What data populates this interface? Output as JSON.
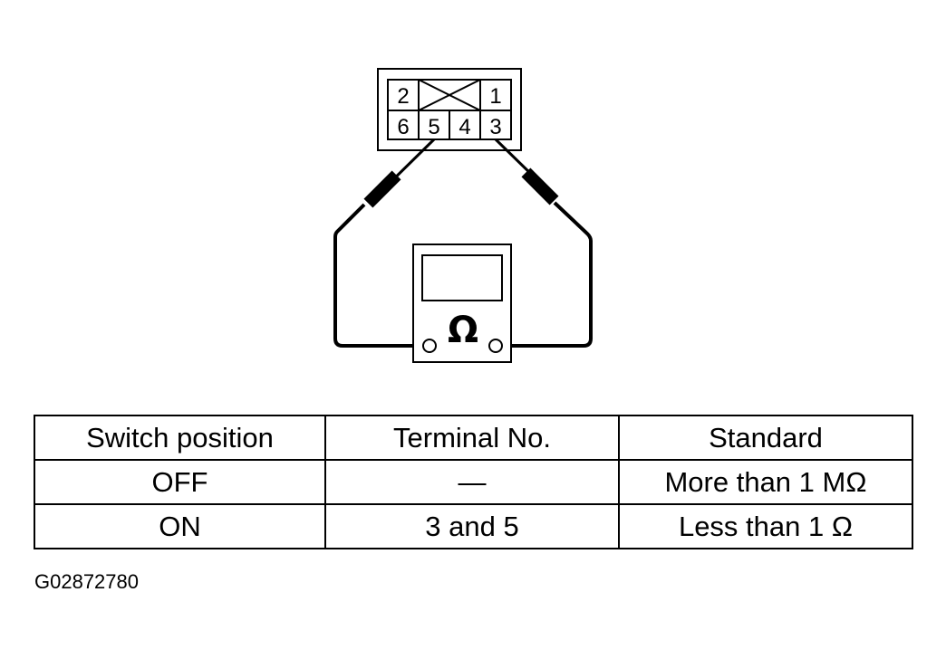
{
  "connector": {
    "pins": {
      "p1": "1",
      "p2": "2",
      "p3": "3",
      "p4": "4",
      "p5": "5",
      "p6": "6"
    }
  },
  "meter": {
    "symbol": "Ω"
  },
  "table": {
    "headers": [
      "Switch position",
      "Terminal No.",
      "Standard"
    ],
    "rows": [
      [
        "OFF",
        "—",
        "More than 1 MΩ"
      ],
      [
        "ON",
        "3 and 5",
        "Less than 1 Ω"
      ]
    ]
  },
  "figure_id": "G02872780"
}
